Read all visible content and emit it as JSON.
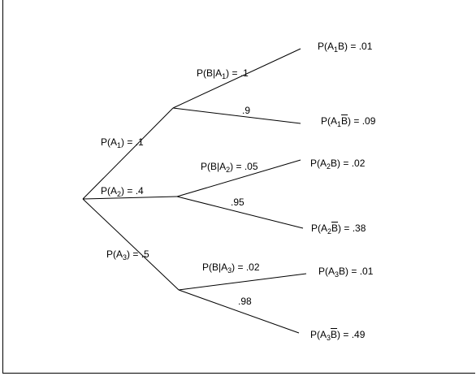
{
  "colors": {
    "line": "#000000",
    "text": "#000000",
    "background": "#ffffff"
  },
  "first_stage": {
    "a1": {
      "pre": "P(A",
      "sub": "1",
      "post": ") = .1"
    },
    "a2": {
      "pre": "P(A",
      "sub": "2",
      "post": ") = .4"
    },
    "a3": {
      "pre": "P(A",
      "sub": "3",
      "post": ") = .5"
    }
  },
  "second_stage": {
    "b_given_a1": {
      "pre": "P(B|A",
      "sub": "1",
      "post": ") = .1"
    },
    "not_b_given_a1": {
      "text": ".9"
    },
    "b_given_a2": {
      "pre": "P(B|A",
      "sub": "2",
      "post": ") = .05"
    },
    "not_b_given_a2": {
      "text": ".95"
    },
    "b_given_a3": {
      "pre": "P(B|A",
      "sub": "3",
      "post": ") = .02"
    },
    "not_b_given_a3": {
      "text": ".98"
    }
  },
  "outcomes": {
    "a1_b": {
      "pre": "P(A",
      "sub": "1",
      "b": "B",
      "post": ") = .01"
    },
    "a1_not_b": {
      "pre": "P(A",
      "sub": "1",
      "b": "B",
      "post": ") = .09"
    },
    "a2_b": {
      "pre": "P(A",
      "sub": "2",
      "b": "B",
      "post": ") = .02"
    },
    "a2_not_b": {
      "pre": "P(A",
      "sub": "2",
      "b": "B",
      "post": ") = .38"
    },
    "a3_b": {
      "pre": "P(A",
      "sub": "3",
      "b": "B",
      "post": ") = .01"
    },
    "a3_not_b": {
      "pre": "P(A",
      "sub": "3",
      "b": "B",
      "post": ") = .49"
    }
  }
}
